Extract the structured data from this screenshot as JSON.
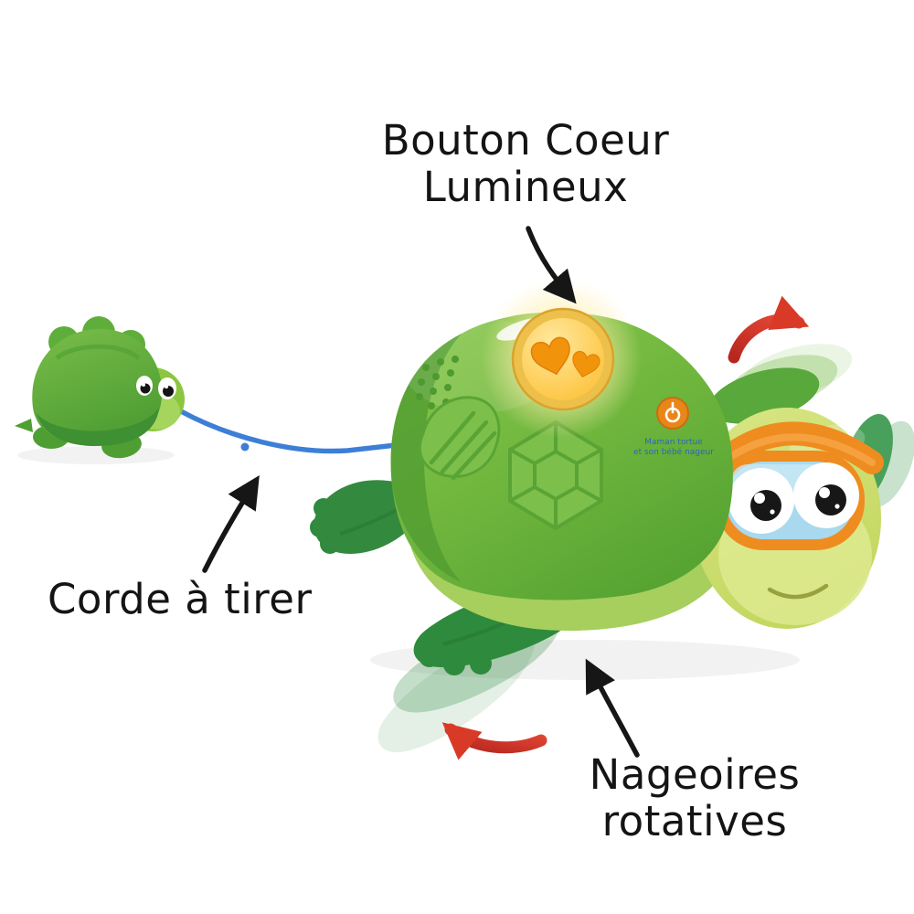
{
  "labels": {
    "heart_button": {
      "line1": "Bouton Coeur",
      "line2": "Lumineux"
    },
    "pull_cord": {
      "text": "Corde à tirer"
    },
    "flippers": {
      "line1": "Nageoires",
      "line2": "rotatives"
    }
  },
  "toy": {
    "print_line1": "Maman tortue",
    "print_line2": "et son bébé nageur"
  },
  "colors": {
    "shell_green": "#6fb63d",
    "shell_dark": "#539e33",
    "head_green": "#cfe06d",
    "flipper_dark": "#2e8a3c",
    "cord_blue": "#3d7fd6",
    "button_yellow": "#fdc23a",
    "heart_orange": "#f2930c",
    "goggle_orange": "#ef8c1f",
    "lens_blue": "#a8d9ee",
    "rotation_arrow_red": "#d93a28",
    "annotation_black": "#161616"
  }
}
